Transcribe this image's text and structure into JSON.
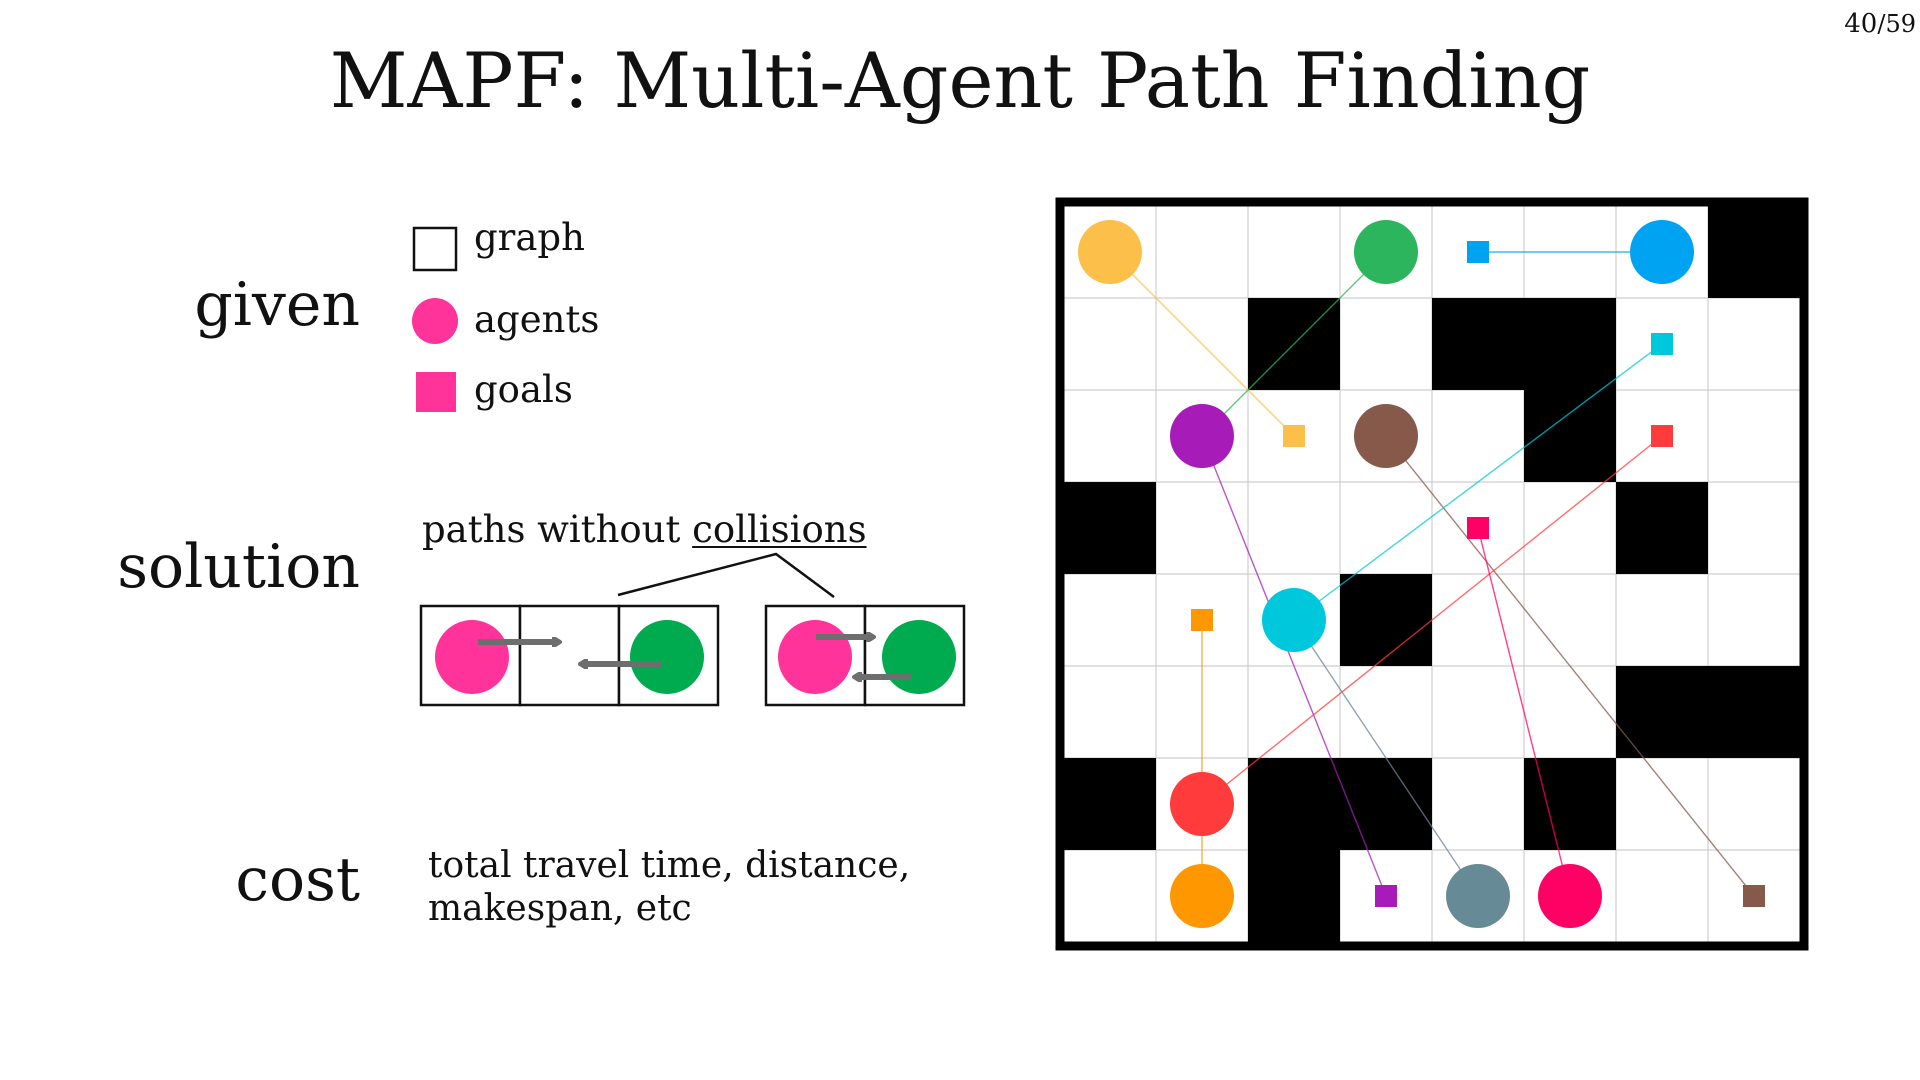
{
  "page": {
    "title": "MAPF: Multi-Agent Path Finding",
    "page_current": "40",
    "page_separator": "/",
    "page_total": "59"
  },
  "sections": {
    "given": "given",
    "solution": "solution",
    "cost": "cost"
  },
  "legend": {
    "graph": "graph",
    "agents": "agents",
    "goals": "goals",
    "accent_color": "#ff3399"
  },
  "solution": {
    "caption_prefix": "paths without ",
    "caption_underlined": "collisions",
    "example_left": {
      "agent_a_color": "#ff3399",
      "agent_b_color": "#00aa4f"
    },
    "example_right": {
      "agent_a_color": "#ff3399",
      "agent_b_color": "#00aa4f"
    }
  },
  "cost": {
    "line1": "total travel time, distance,",
    "line2": "makespan, etc"
  },
  "grid": {
    "cols": 8,
    "rows": 8,
    "obstacles": [
      [
        7,
        0
      ],
      [
        2,
        1
      ],
      [
        4,
        1
      ],
      [
        5,
        1
      ],
      [
        5,
        2
      ],
      [
        0,
        3
      ],
      [
        6,
        3
      ],
      [
        3,
        4
      ],
      [
        6,
        5
      ],
      [
        7,
        5
      ],
      [
        0,
        6
      ],
      [
        2,
        6
      ],
      [
        3,
        6
      ],
      [
        5,
        6
      ],
      [
        2,
        7
      ]
    ],
    "agents": [
      {
        "color": "#fcbf49",
        "start": [
          0,
          0
        ],
        "goal": [
          2,
          2
        ]
      },
      {
        "color": "#2db55d",
        "start": [
          3,
          0
        ],
        "goal": [
          1,
          2
        ]
      },
      {
        "color": "#00a3f2",
        "start": [
          6,
          0
        ],
        "goal": [
          4,
          0
        ]
      },
      {
        "color": "#a71bb8",
        "start": [
          1,
          2
        ],
        "goal": [
          3,
          7
        ]
      },
      {
        "color": "#87594a",
        "start": [
          3,
          2
        ],
        "goal": [
          7,
          7
        ]
      },
      {
        "color": "#00c8dc",
        "start": [
          2,
          4
        ],
        "goal": [
          6,
          1
        ]
      },
      {
        "color": "#ff3b3b",
        "start": [
          1,
          6
        ],
        "goal": [
          6,
          2
        ]
      },
      {
        "color": "#ff9800",
        "start": [
          1,
          7
        ],
        "goal": [
          1,
          4
        ]
      },
      {
        "color": "#668a96",
        "start": [
          4,
          7
        ],
        "goal": [
          2,
          4
        ]
      },
      {
        "color": "#ff0065",
        "start": [
          5,
          7
        ],
        "goal": [
          4,
          3
        ]
      }
    ]
  }
}
